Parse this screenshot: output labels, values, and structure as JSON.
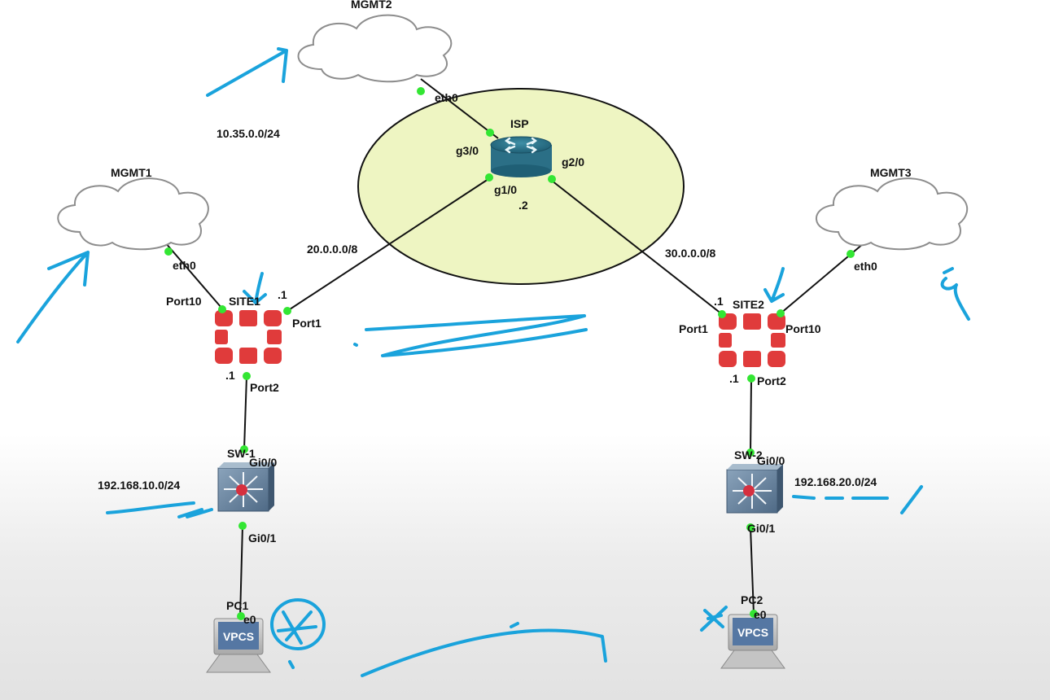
{
  "colors": {
    "isp_zone_fill": "#eef5c2",
    "link_dot": "#33e633",
    "firewall_red": "#e03b3b",
    "annotation_ink": "#1aa3dc"
  },
  "clouds": {
    "mgmt1": {
      "name": "MGMT1",
      "iface": "eth0",
      "icon": "cloud-icon"
    },
    "mgmt2": {
      "name": "MGMT2",
      "iface": "eth0",
      "icon": "cloud-icon"
    },
    "mgmt3": {
      "name": "MGMT3",
      "iface": "eth0",
      "icon": "cloud-icon"
    }
  },
  "isp": {
    "name": "ISP",
    "icon": "router-icon",
    "ports": {
      "g3": "g3/0",
      "g2": "g2/0",
      "g1": "g1/0"
    },
    "g1_ip": ".2"
  },
  "site1": {
    "name": "SITE1",
    "icon": "firewall-icon",
    "ports": {
      "p10": "Port10",
      "p1": "Port1",
      "p2": "Port2"
    },
    "p1_ip": ".1",
    "p2_ip": ".1"
  },
  "site2": {
    "name": "SITE2",
    "icon": "firewall-icon",
    "ports": {
      "p1": "Port1",
      "p10": "Port10",
      "p2": "Port2"
    },
    "p1_ip": ".1",
    "p2_ip": ".1"
  },
  "sw1": {
    "name": "SW-1",
    "icon": "switch-icon",
    "ports": {
      "up": "Gi0/0",
      "down": "Gi0/1"
    }
  },
  "sw2": {
    "name": "SW-2",
    "icon": "switch-icon",
    "ports": {
      "up": "Gi0/0",
      "down": "Gi0/1"
    }
  },
  "pc1": {
    "name": "PC1",
    "iface": "e0",
    "screen": "VPCS",
    "icon": "vpcs-icon"
  },
  "pc2": {
    "name": "PC2",
    "iface": "e0",
    "screen": "VPCS",
    "icon": "vpcs-icon"
  },
  "networks": {
    "mgmt": "10.35.0.0/24",
    "left_wan": "20.0.0.0/8",
    "right_wan": "30.0.0.0/8",
    "lan1": "192.168.10.0/24",
    "lan2": "192.168.20.0/24"
  }
}
